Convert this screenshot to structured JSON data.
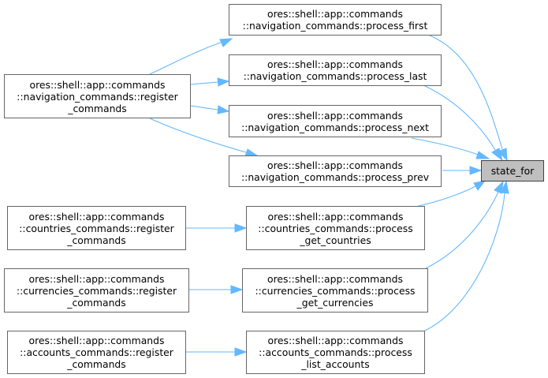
{
  "colors": {
    "edge": "#63b8ff",
    "node_border": "#666666",
    "root_fill": "#bfbfbf"
  },
  "root": {
    "label": "state_for"
  },
  "callers": [
    {
      "lines": [
        "ores::shell::app::commands",
        "::navigation_commands::process_first"
      ]
    },
    {
      "lines": [
        "ores::shell::app::commands",
        "::navigation_commands::process_last"
      ]
    },
    {
      "lines": [
        "ores::shell::app::commands",
        "::navigation_commands::process_next"
      ]
    },
    {
      "lines": [
        "ores::shell::app::commands",
        "::navigation_commands::process_prev"
      ]
    },
    {
      "lines": [
        "ores::shell::app::commands",
        "::countries_commands::process",
        "_get_countries"
      ]
    },
    {
      "lines": [
        "ores::shell::app::commands",
        "::currencies_commands::process",
        "_get_currencies"
      ]
    },
    {
      "lines": [
        "ores::shell::app::commands",
        "::accounts_commands::process",
        "_list_accounts"
      ]
    }
  ],
  "registrars": [
    {
      "lines": [
        "ores::shell::app::commands",
        "::navigation_commands::register",
        "_commands"
      ]
    },
    {
      "lines": [
        "ores::shell::app::commands",
        "::countries_commands::register",
        "_commands"
      ]
    },
    {
      "lines": [
        "ores::shell::app::commands",
        "::currencies_commands::register",
        "_commands"
      ]
    },
    {
      "lines": [
        "ores::shell::app::commands",
        "::accounts_commands::register",
        "_commands"
      ]
    }
  ]
}
